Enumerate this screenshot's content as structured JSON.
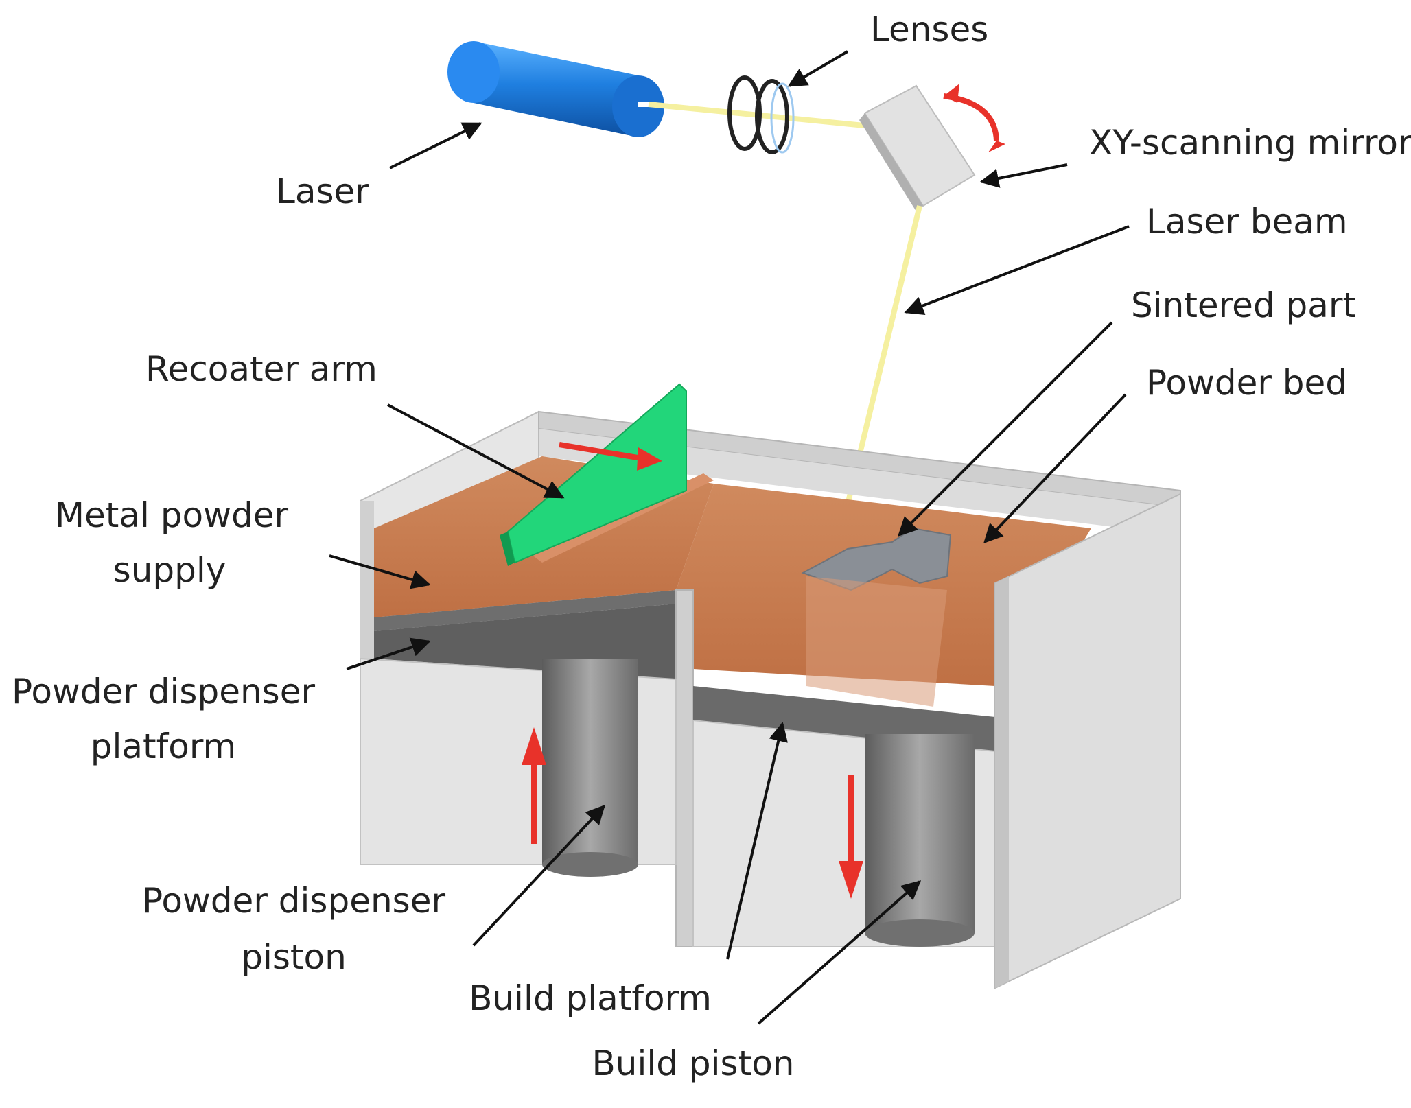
{
  "labels": {
    "lenses": "Lenses",
    "laser": "Laser",
    "xy_mirror": "XY-scanning mirror",
    "laser_beam": "Laser beam",
    "sintered_part": "Sintered part",
    "powder_bed": "Powder bed",
    "recoater_arm": "Recoater arm",
    "metal_powder_1": "Metal powder",
    "metal_powder_2": "supply",
    "dispenser_platform_1": "Powder dispenser",
    "dispenser_platform_2": "platform",
    "dispenser_piston_1": "Powder dispenser",
    "dispenser_piston_2": "piston",
    "build_platform": "Build platform",
    "build_piston": "Build piston"
  },
  "colors": {
    "laser_body": "#1f7fe0",
    "beam": "#f5f0a0",
    "mirror": "#e2e2e2",
    "recoater": "#22d67a",
    "powder": "#c8784a",
    "wall": "#d9d9d9",
    "platform": "#6e6e6e",
    "piston": "#8a8a8a",
    "motion_arrow": "#e8322a",
    "leader": "#111111"
  }
}
